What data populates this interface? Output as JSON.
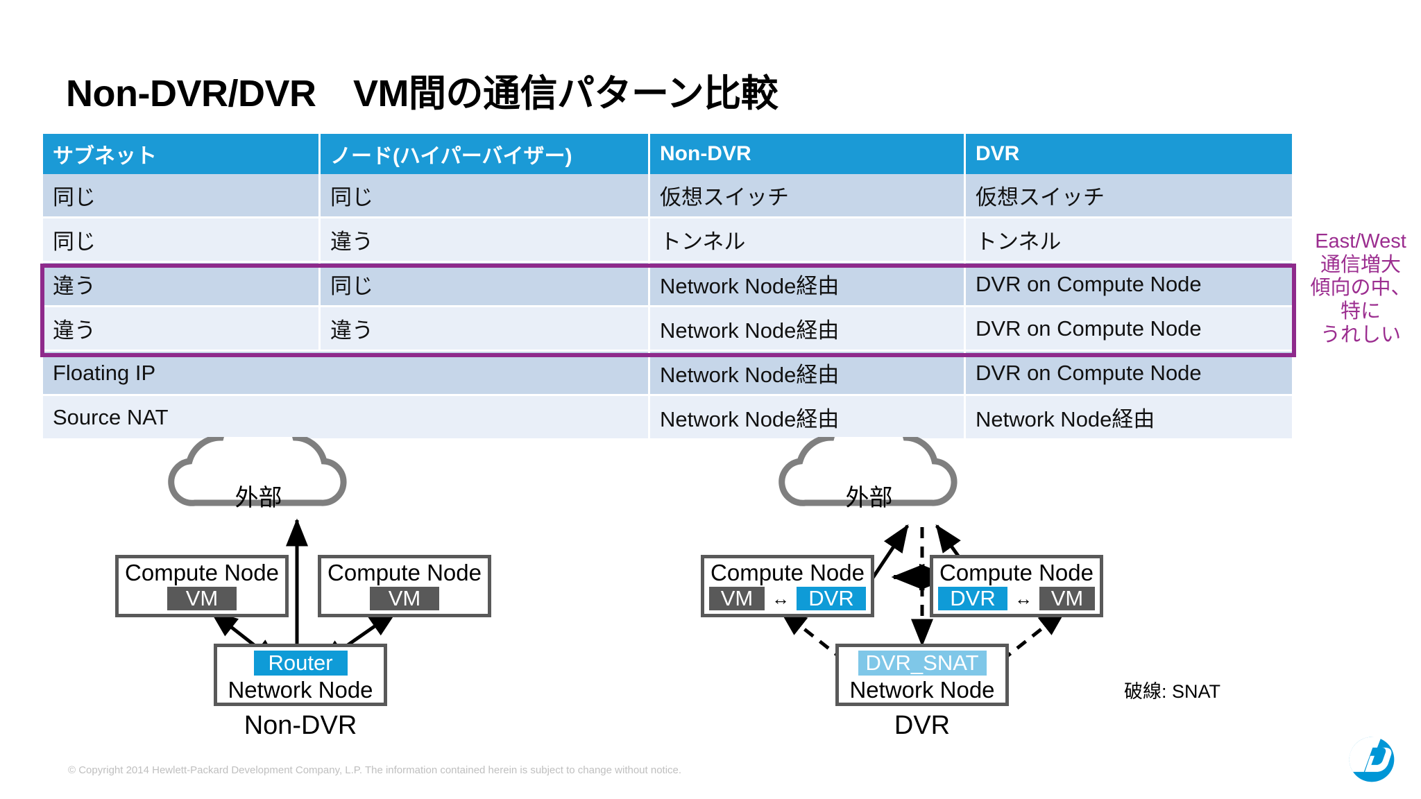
{
  "title": "Non-DVR/DVR　VM間の通信パターン比較",
  "table": {
    "headers": [
      "サブネット",
      "ノード(ハイパーバイザー)",
      "Non-DVR",
      "DVR"
    ],
    "rows": [
      {
        "subnet": "同じ",
        "node": "同じ",
        "nondvr": "仮想スイッチ",
        "dvr": "仮想スイッチ",
        "span": false
      },
      {
        "subnet": "同じ",
        "node": "違う",
        "nondvr": "トンネル",
        "dvr": "トンネル",
        "span": false
      },
      {
        "subnet": "違う",
        "node": "同じ",
        "nondvr": "Network Node経由",
        "dvr": "DVR on Compute Node",
        "span": false
      },
      {
        "subnet": "違う",
        "node": "違う",
        "nondvr": "Network Node経由",
        "dvr": "DVR on Compute Node",
        "span": false
      },
      {
        "subnet": "Floating IP",
        "node": "",
        "nondvr": "Network Node経由",
        "dvr": "DVR on Compute Node",
        "span": true
      },
      {
        "subnet": "Source NAT",
        "node": "",
        "nondvr": "Network Node経由",
        "dvr": "Network Node経由",
        "span": true
      }
    ]
  },
  "highlight_note": {
    "color": "#9B2D8F",
    "lines": [
      "East/West",
      "通信増大",
      "傾向の中、",
      "特に",
      "うれしい"
    ]
  },
  "diagrams": {
    "left": {
      "caption": "Non-DVR",
      "cloud_label": "外部",
      "compute_node_left": {
        "title": "Compute Node",
        "chip": "VM"
      },
      "compute_node_right": {
        "title": "Compute Node",
        "chip": "VM"
      },
      "network_node": {
        "chip": "Router",
        "title": "Network Node"
      }
    },
    "right": {
      "caption": "DVR",
      "cloud_label": "外部",
      "compute_node_left": {
        "title": "Compute Node",
        "chip_a": "VM",
        "chip_b": "DVR"
      },
      "compute_node_right": {
        "title": "Compute Node",
        "chip_a": "DVR",
        "chip_b": "VM"
      },
      "network_node": {
        "chip": "DVR_SNAT",
        "title": "Network Node"
      },
      "legend": "破線: SNAT"
    }
  },
  "footer": "© Copyright 2014 Hewlett-Packard Development Company, L.P.  The information contained herein is subject to change without notice.",
  "colors": {
    "header_blue": "#1B9AD6",
    "row_dark": "#C6D6E9",
    "row_light": "#E9EFF8",
    "highlight_purple": "#8E2A8B",
    "chip_blue": "#0F9BD7",
    "chip_lightblue": "#7FC7E8",
    "chip_gray": "#595959",
    "hp_blue": "#0096D6"
  }
}
